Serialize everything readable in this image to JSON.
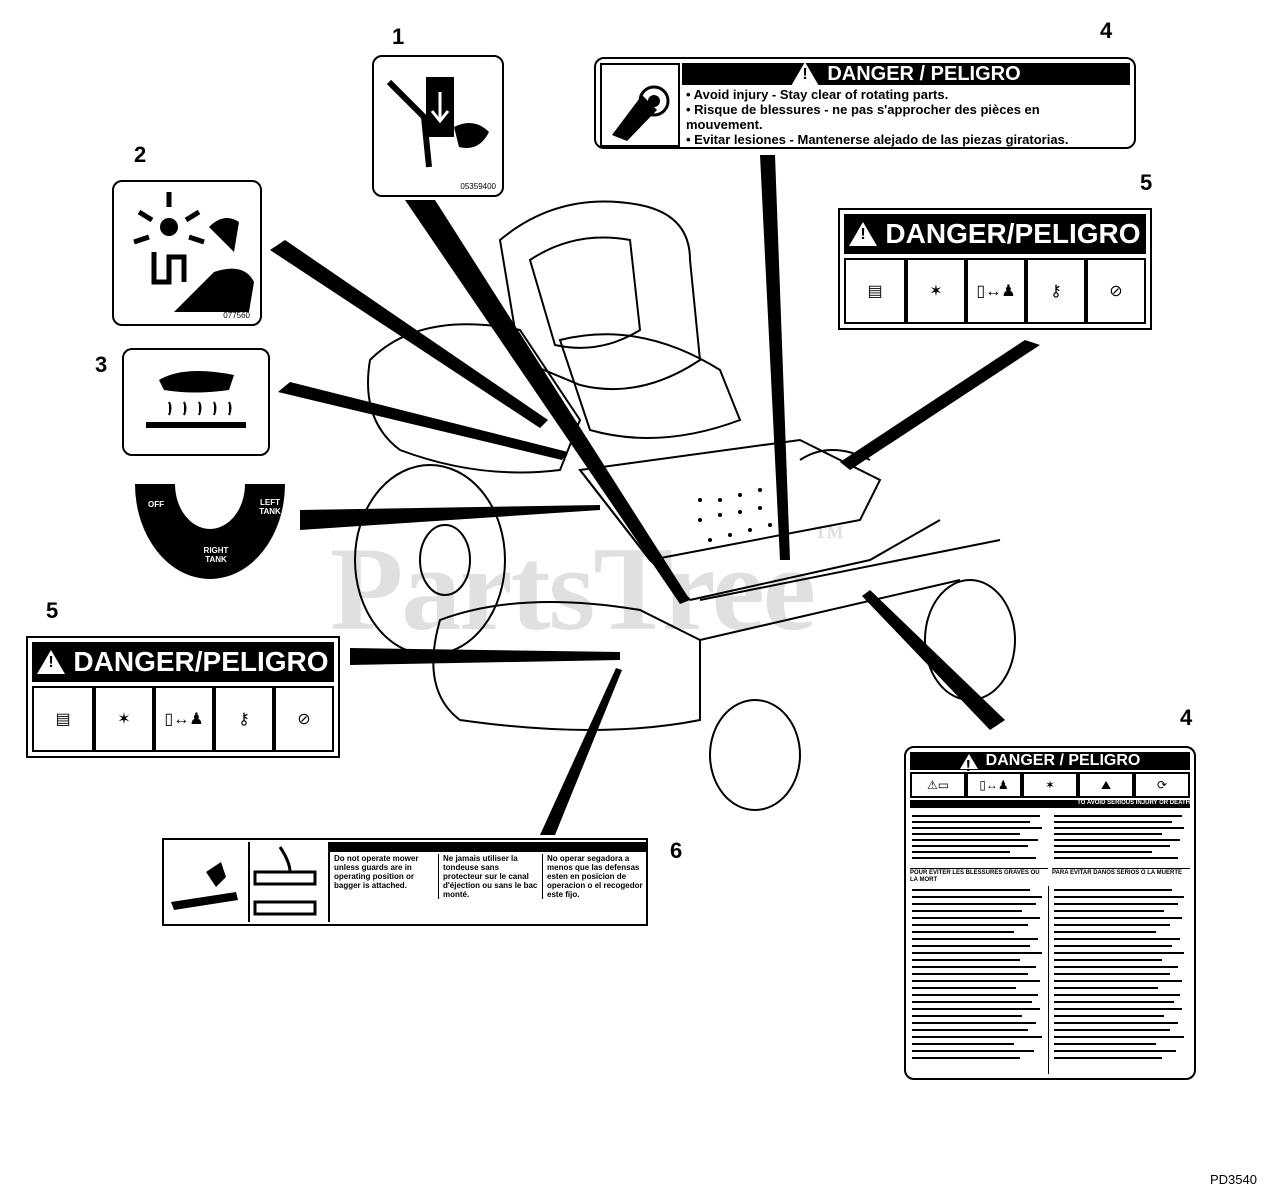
{
  "callouts": {
    "c1": "1",
    "c2": "2",
    "c3": "3",
    "c4_top": "4",
    "c4_mid": "4",
    "c4_right": "4",
    "c5_top": "5",
    "c5_left": "5",
    "c6": "6"
  },
  "decal1": {
    "part": "05359400"
  },
  "decal2": {
    "part": "077560"
  },
  "decal4_top": {
    "title": "DANGER / PELIGRO",
    "lines": [
      "• Avoid injury - Stay clear of rotating parts.",
      "• Risque de blessures - ne pas s'approcher des pièces en mouvement.",
      "• Evitar lesiones - Mantenerse alejado de las piezas giratorias."
    ]
  },
  "decal5": {
    "title": "DANGER/PELIGRO"
  },
  "fuel_dial": {
    "off": "OFF",
    "left": "LEFT TANK",
    "right": "RIGHT TANK"
  },
  "decal6": {
    "en": "Do not operate mower unless guards are in operating position or bagger is attached.",
    "fr": "Ne jamais utiliser la tondeuse sans protecteur sur le canal d'éjection ou sans le bac monté.",
    "es": "No operar segadora a menos que las defensas esten en posicion de operacion o el recogedor este fijo."
  },
  "decal4_right": {
    "title": "DANGER / PELIGRO",
    "sub_en": "TO AVOID SERIOUS INJURY OR DEATH",
    "sub_fr": "POUR ÉVITER LES BLESSURES GRAVES OU LA MORT",
    "sub_es": "PARA EVITAR DAÑOS SERIOS O LA MUERTE"
  },
  "watermark": "PartsTree",
  "trademark": "™",
  "figure_id": "PD3540"
}
